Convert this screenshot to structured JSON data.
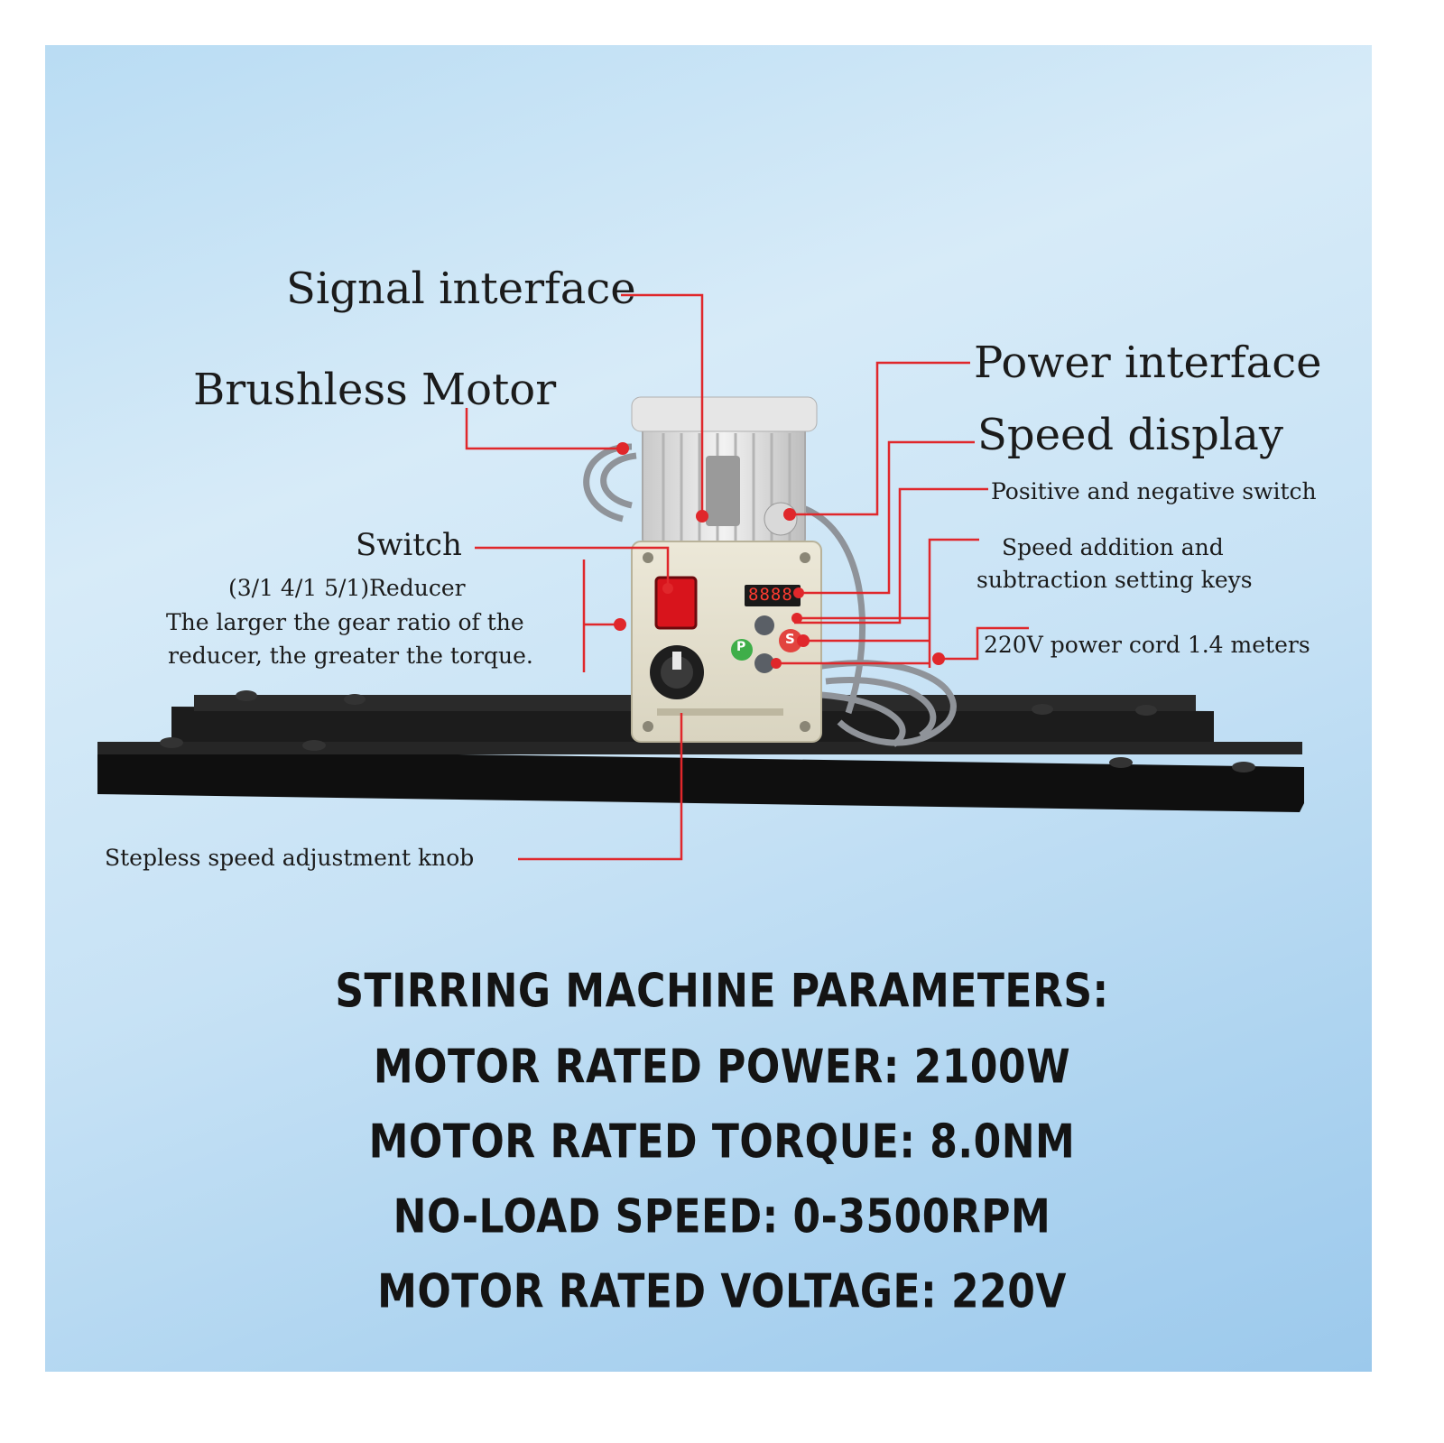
{
  "callouts": {
    "signal_interface": "Signal interface",
    "brushless_motor": "Brushless Motor",
    "power_interface": "Power interface",
    "speed_display": "Speed display",
    "pos_neg_switch": "Positive and negative switch",
    "speed_keys_line1": "Speed addition and",
    "speed_keys_line2": "subtraction setting keys",
    "switch": "Switch",
    "reducer_line1": "(3/1 4/1 5/1)Reducer",
    "reducer_line2": "The larger the gear ratio of the",
    "reducer_line3": "reducer, the greater the torque.",
    "power_cord": "220V power cord 1.4 meters",
    "knob": "Stepless speed adjustment knob"
  },
  "device": {
    "display_reading": "8888",
    "key_p": "P",
    "key_s": "S"
  },
  "specs": {
    "heading": "STIRRING MACHINE PARAMETERS:",
    "power": "MOTOR RATED POWER: 2100W",
    "torque": "MOTOR RATED TORQUE: 8.0NM",
    "speed": "NO-LOAD SPEED: 0-3500RPM",
    "voltage": "MOTOR RATED VOLTAGE: 220V"
  },
  "colors": {
    "callout_line": "#e0272b",
    "rail": "#111111",
    "background": "#c7e2f5"
  }
}
